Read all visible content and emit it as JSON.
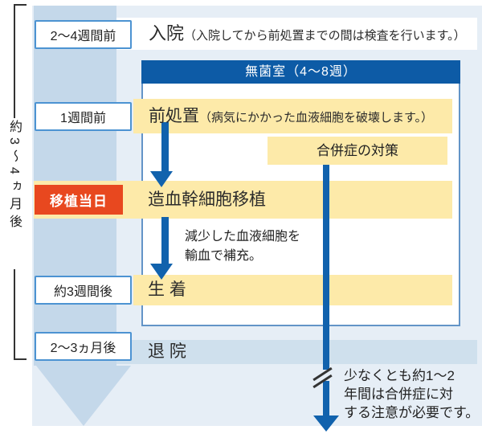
{
  "colors": {
    "primary_blue": "#0d5ba6",
    "arrow_blue": "#1162ad",
    "band_blue": "#c4d8ea",
    "panel_blue": "#e6eef6",
    "discharge_strip_blue": "#cfe0ed",
    "highlight_yellow": "#fdeaa9",
    "alert_red": "#e8481f",
    "label_border_blue": "#4c93d2",
    "box_border_blue": "#6394c7"
  },
  "side_bracket": {
    "label": "約3〜4ヵ月後"
  },
  "time_labels": {
    "admission": "2〜4週間前",
    "pretreatment": "1週間前",
    "transplant_day": "移植当日",
    "engraftment": "約3週間後",
    "discharge": "2〜3ヵ月後"
  },
  "events": {
    "admission": {
      "title": "入院",
      "note": "（入院してから前処置までの間は検査を行います。）"
    },
    "sterile_room": {
      "label": "無菌室（4〜8週）"
    },
    "pretreatment": {
      "title": "前処置",
      "note": "（病気にかかった血液細胞を破壊します。）"
    },
    "complication": {
      "label": "合併症の対策"
    },
    "transplant": {
      "title": "造血幹細胞移植"
    },
    "transfusion_note": {
      "line1": "減少した血液細胞を",
      "line2": "輸血で補充。"
    },
    "engraftment": {
      "title": "生 着"
    },
    "discharge": {
      "title": "退 院"
    },
    "followup_note": {
      "line1": "少なくとも約1〜2",
      "line2": "年間は合併症に対",
      "line3": "する注意が必要です。"
    }
  }
}
